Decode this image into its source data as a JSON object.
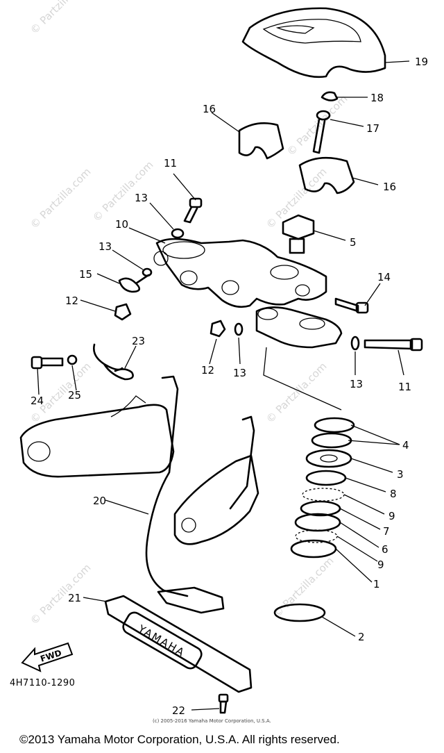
{
  "watermarks": [
    "© Partzilla.com",
    "© Partzilla.com",
    "© Partzilla.com",
    "© Partzilla.com",
    "© Partzilla.com",
    "© Partzilla.com",
    "© Partzilla.com",
    "© Partzilla.com",
    "© Partzilla.com"
  ],
  "callouts": [
    "19",
    "18",
    "17",
    "16",
    "16",
    "11",
    "13",
    "10",
    "13",
    "15",
    "12",
    "5",
    "14",
    "12",
    "13",
    "13",
    "11",
    "23",
    "24",
    "25",
    "4",
    "3",
    "8",
    "9",
    "7",
    "6",
    "9",
    "1",
    "20",
    "21",
    "2",
    "22"
  ],
  "fwd_label": "FWD",
  "emblem_text": "YAMAHA",
  "part_code": "4H7110-1290",
  "small_copyright": "(c) 2005-2016 Yamaha Motor Corporation, U.S.A.",
  "copyright": "©2013 Yamaha Motor Corporation, U.S.A. All rights reserved."
}
